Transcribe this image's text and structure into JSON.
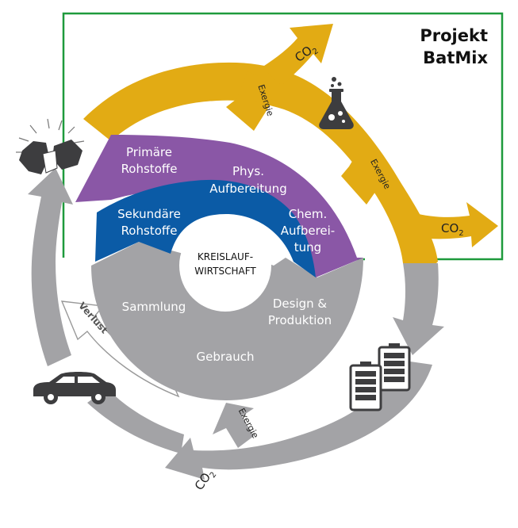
{
  "project": {
    "line1": "Projekt",
    "line2": "BatMix"
  },
  "center": {
    "line1": "KREISLAUF-",
    "line2": "WIRTSCHAFT"
  },
  "purple_segment": {
    "primary_line1": "Primäre",
    "primary_line2": "Rohstoffe",
    "chem_line1": "Chem.",
    "chem_line2": "Aufberei-",
    "chem_line3": "tung"
  },
  "blue_segment": {
    "secondary_line1": "Sekundäre",
    "secondary_line2": "Rohstoffe",
    "phys_line1": "Phys.",
    "phys_line2": "Aufbereitung"
  },
  "grey_segment": {
    "collection": "Sammlung",
    "design_line1": "Design &",
    "design_line2": "Produktion",
    "use": "Gebrauch"
  },
  "arrows": {
    "co2": "CO",
    "co2_sub": "2",
    "exergy": "Exergie",
    "loss": "Verlust"
  },
  "colors": {
    "green_frame": "#1e9a3c",
    "yellow": "#e2ab14",
    "purple": "#8a57a6",
    "blue": "#0b5ba6",
    "grey": "#a3a3a6",
    "dark": "#3d3d3f"
  }
}
